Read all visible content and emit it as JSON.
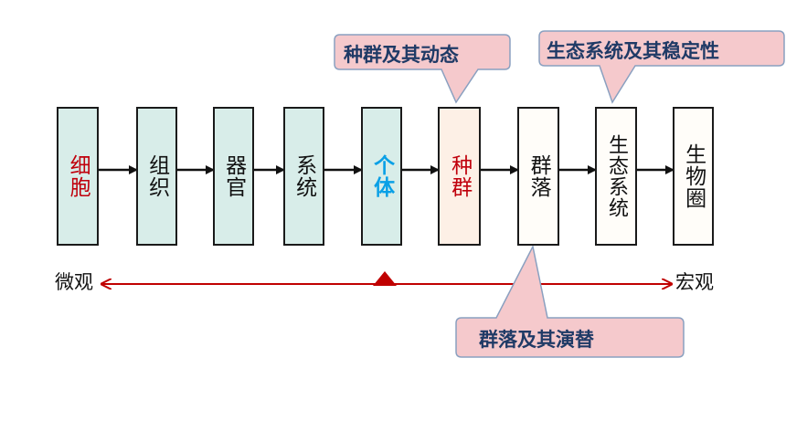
{
  "levels": [
    {
      "label": "细胞"
    },
    {
      "label": "组织"
    },
    {
      "label": "器官"
    },
    {
      "label": "系统"
    },
    {
      "label": "个体"
    },
    {
      "label": "种群"
    },
    {
      "label": "群落"
    },
    {
      "label": "生态系统"
    },
    {
      "label": "生物圈"
    }
  ],
  "callouts": {
    "population": "种群及其动态",
    "ecosystem": "生态系统及其稳定性",
    "community": "群落及其演替"
  },
  "scale": {
    "micro": "微观",
    "macro": "宏观"
  },
  "colors": {
    "arrow_axis": "#c00000",
    "callout_fill": "#f5c9cc",
    "callout_border": "#8aa0c0",
    "callout_text": "#1f3a66",
    "red_text": "#c0000c",
    "blue_text": "#0aa0e6"
  }
}
